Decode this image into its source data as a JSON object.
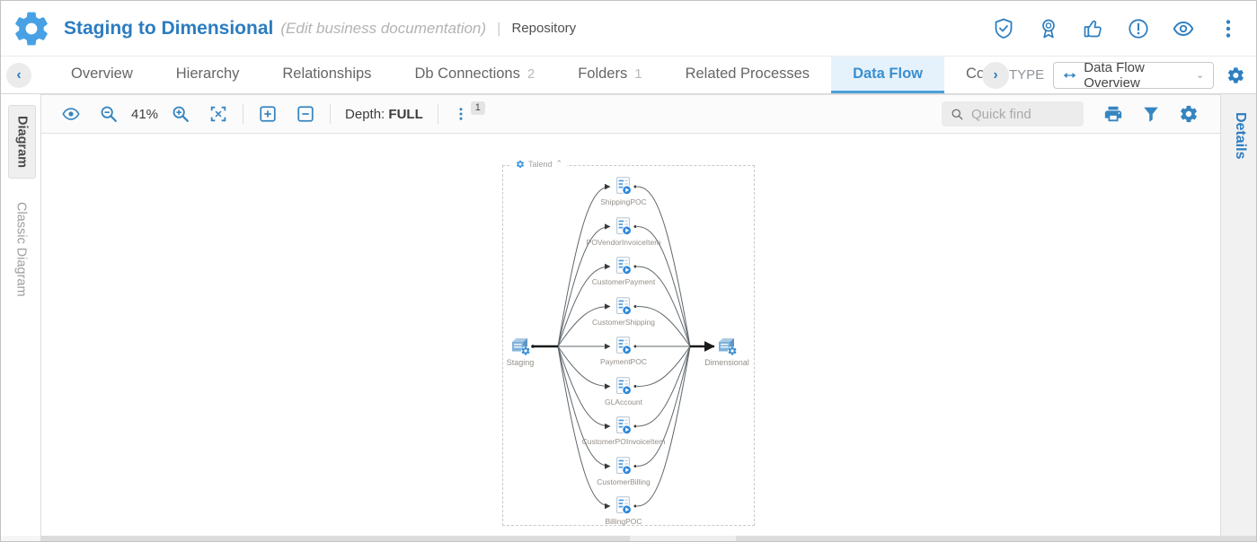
{
  "header": {
    "title": "Staging to Dimensional",
    "subtitle": "(Edit business documentation)",
    "divider": "|",
    "context": "Repository",
    "action_icons": [
      "shield-check-icon",
      "certification-ribbon-icon",
      "thumbs-up-icon",
      "alert-circle-icon",
      "watchers-eye-icon",
      "more-menu-icon"
    ]
  },
  "tab_bar": {
    "back_chevron": "‹",
    "next_chevron": "›",
    "tabs": [
      {
        "label": "Overview"
      },
      {
        "label": "Hierarchy"
      },
      {
        "label": "Relationships"
      },
      {
        "label": "Db Connections",
        "count": "2"
      },
      {
        "label": "Folders",
        "count": "1"
      },
      {
        "label": "Related Processes"
      },
      {
        "label": "Data Flow",
        "active": true
      },
      {
        "label": "Cor",
        "truncated": true
      }
    ],
    "type_label": "TYPE",
    "type_value": "Data Flow Overview",
    "type_caret": "⌄"
  },
  "toolbar": {
    "zoom_level": "41%",
    "depth_label": "Depth:",
    "depth_value": "FULL",
    "overflow_badge": "1",
    "quick_find_placeholder": "Quick find",
    "icons": [
      "visibility-eye-icon",
      "zoom-out-icon",
      "zoom-in-icon",
      "fit-to-screen-icon",
      "expand-all-icon",
      "collapse-all-icon",
      "overflow-dots-icon",
      "print-icon",
      "filter-icon",
      "settings-gear-icon"
    ]
  },
  "left_panel_tabs": [
    {
      "label": "Diagram",
      "active": true
    },
    {
      "label": "Classic Diagram",
      "active": false
    }
  ],
  "right_panel_tab": {
    "label": "Details"
  },
  "diagram": {
    "group_label": "Talend",
    "group_collapse": "⌃",
    "source": "Staging",
    "target": "Dimensional",
    "processes": [
      "ShippingPOC",
      "POVendorInvoiceItem",
      "CustomerPayment",
      "CustomerShipping",
      "PaymentPOC",
      "GLAccount",
      "CustomerPOInvoiceItem",
      "CustomerBilling",
      "BillingPOC"
    ]
  },
  "colors": {
    "accent_blue": "#2e7fc1",
    "title_blue": "#2c7cc0",
    "active_tab_bg": "#e6f2fb",
    "active_tab_underline": "#4aa0d8",
    "logo_blue": "#47a1e4",
    "edge_gray": "#5f676c",
    "node_label_gray": "#948f89"
  }
}
